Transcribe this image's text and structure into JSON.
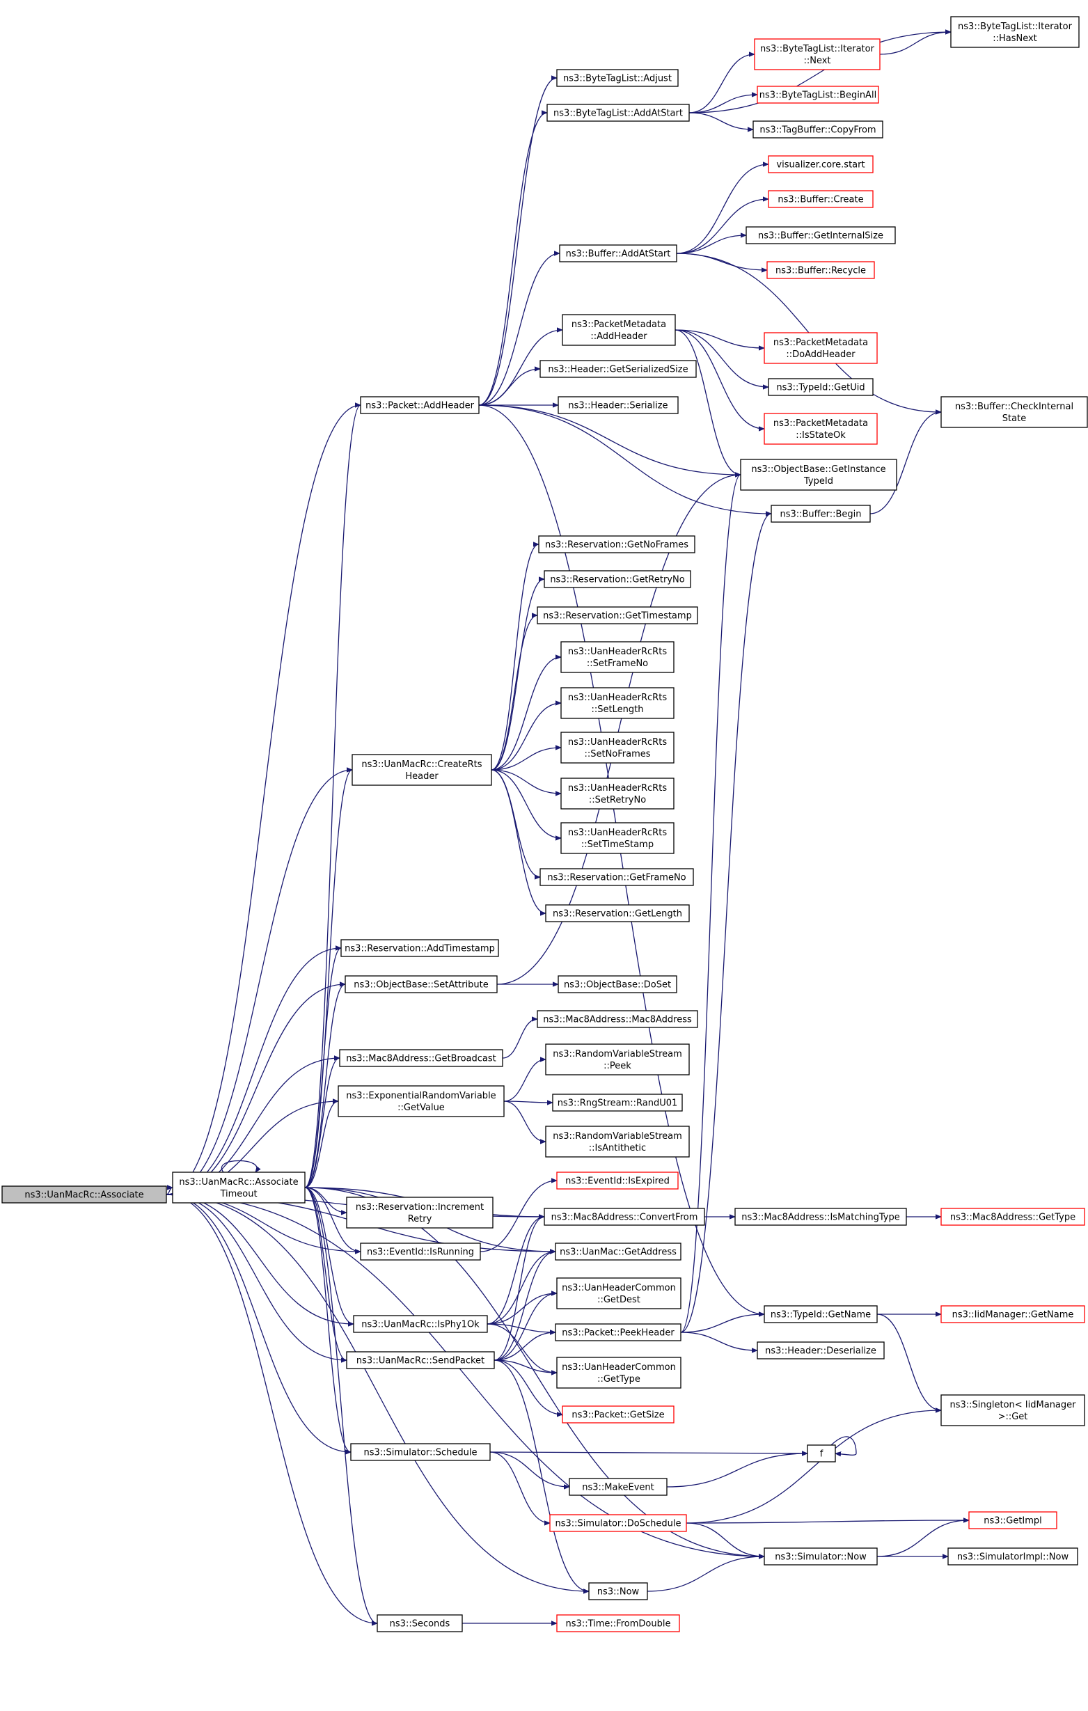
{
  "colors": {
    "edge": "#191970",
    "external_border": "#ff0000",
    "node_border": "#000000",
    "root_fill": "#bfbfbf"
  },
  "nodes": [
    {
      "id": "root",
      "lines": [
        "ns3::UanMacRc::Associate"
      ],
      "type": "root"
    },
    {
      "id": "at",
      "lines": [
        "ns3::UanMacRc::Associate",
        "Timeout"
      ]
    },
    {
      "id": "addheader",
      "lines": [
        "ns3::Packet::AddHeader"
      ]
    },
    {
      "id": "createrts",
      "lines": [
        "ns3::UanMacRc::CreateRts",
        "Header"
      ]
    },
    {
      "id": "addts",
      "lines": [
        "ns3::Reservation::AddTimestamp"
      ]
    },
    {
      "id": "setattr",
      "lines": [
        "ns3::ObjectBase::SetAttribute"
      ]
    },
    {
      "id": "getbcast",
      "lines": [
        "ns3::Mac8Address::GetBroadcast"
      ]
    },
    {
      "id": "exprv",
      "lines": [
        "ns3::ExponentialRandomVariable",
        "::GetValue"
      ]
    },
    {
      "id": "incretry",
      "lines": [
        "ns3::Reservation::Increment",
        "Retry"
      ]
    },
    {
      "id": "isrunning",
      "lines": [
        "ns3::EventId::IsRunning"
      ]
    },
    {
      "id": "isphy",
      "lines": [
        "ns3::UanMacRc::IsPhy1Ok"
      ]
    },
    {
      "id": "sendpacket",
      "lines": [
        "ns3::UanMacRc::SendPacket"
      ]
    },
    {
      "id": "schedule",
      "lines": [
        "ns3::Simulator::Schedule"
      ]
    },
    {
      "id": "seconds",
      "lines": [
        "ns3::Seconds"
      ]
    },
    {
      "id": "btladjust",
      "lines": [
        "ns3::ByteTagList::Adjust"
      ]
    },
    {
      "id": "btladdatstart",
      "lines": [
        "ns3::ByteTagList::AddAtStart"
      ]
    },
    {
      "id": "bufaddatstart",
      "lines": [
        "ns3::Buffer::AddAtStart"
      ]
    },
    {
      "id": "pmaddheader",
      "lines": [
        "ns3::PacketMetadata",
        "::AddHeader"
      ]
    },
    {
      "id": "hdrsize",
      "lines": [
        "ns3::Header::GetSerializedSize"
      ]
    },
    {
      "id": "hdrser",
      "lines": [
        "ns3::Header::Serialize"
      ]
    },
    {
      "id": "getnoframes",
      "lines": [
        "ns3::Reservation::GetNoFrames"
      ]
    },
    {
      "id": "getretryno",
      "lines": [
        "ns3::Reservation::GetRetryNo"
      ]
    },
    {
      "id": "getts",
      "lines": [
        "ns3::Reservation::GetTimestamp"
      ]
    },
    {
      "id": "setframeno",
      "lines": [
        "ns3::UanHeaderRcRts",
        "::SetFrameNo"
      ]
    },
    {
      "id": "setlength",
      "lines": [
        "ns3::UanHeaderRcRts",
        "::SetLength"
      ]
    },
    {
      "id": "setnoframes",
      "lines": [
        "ns3::UanHeaderRcRts",
        "::SetNoFrames"
      ]
    },
    {
      "id": "setretryno",
      "lines": [
        "ns3::UanHeaderRcRts",
        "::SetRetryNo"
      ]
    },
    {
      "id": "settimestamp",
      "lines": [
        "ns3::UanHeaderRcRts",
        "::SetTimeStamp"
      ]
    },
    {
      "id": "getframeno",
      "lines": [
        "ns3::Reservation::GetFrameNo"
      ]
    },
    {
      "id": "getlength",
      "lines": [
        "ns3::Reservation::GetLength"
      ]
    },
    {
      "id": "doset",
      "lines": [
        "ns3::ObjectBase::DoSet"
      ]
    },
    {
      "id": "mac8ctor",
      "lines": [
        "ns3::Mac8Address::Mac8Address"
      ]
    },
    {
      "id": "rvspeek",
      "lines": [
        "ns3::RandomVariableStream",
        "::Peek"
      ]
    },
    {
      "id": "randu01",
      "lines": [
        "ns3::RngStream::RandU01"
      ]
    },
    {
      "id": "isanti",
      "lines": [
        "ns3::RandomVariableStream",
        "::IsAntithetic"
      ]
    },
    {
      "id": "isexpired",
      "lines": [
        "ns3::EventId::IsExpired"
      ],
      "type": "external"
    },
    {
      "id": "convertfrom",
      "lines": [
        "ns3::Mac8Address::ConvertFrom"
      ]
    },
    {
      "id": "uangetaddr",
      "lines": [
        "ns3::UanMac::GetAddress"
      ]
    },
    {
      "id": "getdest",
      "lines": [
        "ns3::UanHeaderCommon",
        "::GetDest"
      ]
    },
    {
      "id": "peekheader",
      "lines": [
        "ns3::Packet::PeekHeader"
      ]
    },
    {
      "id": "gettype",
      "lines": [
        "ns3::UanHeaderCommon",
        "::GetType"
      ]
    },
    {
      "id": "getsize",
      "lines": [
        "ns3::Packet::GetSize"
      ],
      "type": "external"
    },
    {
      "id": "makeevent",
      "lines": [
        "ns3::MakeEvent"
      ]
    },
    {
      "id": "doschedule",
      "lines": [
        "ns3::Simulator::DoSchedule"
      ],
      "type": "external"
    },
    {
      "id": "now",
      "lines": [
        "ns3::Now"
      ]
    },
    {
      "id": "fromdouble",
      "lines": [
        "ns3::Time::FromDouble"
      ],
      "type": "external"
    },
    {
      "id": "hasnext",
      "lines": [
        "ns3::ByteTagList::Iterator",
        "::HasNext"
      ]
    },
    {
      "id": "itnext",
      "lines": [
        "ns3::ByteTagList::Iterator",
        "::Next"
      ],
      "type": "external"
    },
    {
      "id": "beginall",
      "lines": [
        "ns3::ByteTagList::BeginAll"
      ],
      "type": "external"
    },
    {
      "id": "tbcopy",
      "lines": [
        "ns3::TagBuffer::CopyFrom"
      ]
    },
    {
      "id": "vizstart",
      "lines": [
        "visualizer.core.start"
      ],
      "type": "external"
    },
    {
      "id": "bufcreate",
      "lines": [
        "ns3::Buffer::Create"
      ],
      "type": "external"
    },
    {
      "id": "bufgetint",
      "lines": [
        "ns3::Buffer::GetInternalSize"
      ]
    },
    {
      "id": "bufrecycle",
      "lines": [
        "ns3::Buffer::Recycle"
      ],
      "type": "external"
    },
    {
      "id": "pmdoadd",
      "lines": [
        "ns3::PacketMetadata",
        "::DoAddHeader"
      ],
      "type": "external"
    },
    {
      "id": "getuid",
      "lines": [
        "ns3::TypeId::GetUid"
      ]
    },
    {
      "id": "pmisstateok",
      "lines": [
        "ns3::PacketMetadata",
        "::IsStateOk"
      ],
      "type": "external"
    },
    {
      "id": "getinsttid",
      "lines": [
        "ns3::ObjectBase::GetInstance",
        "TypeId"
      ]
    },
    {
      "id": "bufbegin",
      "lines": [
        "ns3::Buffer::Begin"
      ]
    },
    {
      "id": "bufcheck",
      "lines": [
        "ns3::Buffer::CheckInternal",
        "State"
      ]
    },
    {
      "id": "ismatching",
      "lines": [
        "ns3::Mac8Address::IsMatchingType"
      ]
    },
    {
      "id": "mac8gettype",
      "lines": [
        "ns3::Mac8Address::GetType"
      ],
      "type": "external"
    },
    {
      "id": "tidgetname",
      "lines": [
        "ns3::TypeId::GetName"
      ]
    },
    {
      "id": "hdrdeser",
      "lines": [
        "ns3::Header::Deserialize"
      ]
    },
    {
      "id": "iidgetname",
      "lines": [
        "ns3::IidManager::GetName"
      ],
      "type": "external"
    },
    {
      "id": "singletonget",
      "lines": [
        "ns3::Singleton< IidManager",
        " >::Get"
      ]
    },
    {
      "id": "f",
      "lines": [
        "f"
      ]
    },
    {
      "id": "simnow",
      "lines": [
        "ns3::Simulator::Now"
      ]
    },
    {
      "id": "getimpl",
      "lines": [
        "ns3::GetImpl"
      ],
      "type": "external"
    },
    {
      "id": "simimplnow",
      "lines": [
        "ns3::SimulatorImpl::Now"
      ]
    }
  ],
  "edges": [
    [
      "root",
      "at"
    ],
    [
      "root",
      "addheader"
    ],
    [
      "root",
      "createrts"
    ],
    [
      "root",
      "addts"
    ],
    [
      "root",
      "setattr"
    ],
    [
      "root",
      "getbcast"
    ],
    [
      "root",
      "exprv"
    ],
    [
      "root",
      "isrunning"
    ],
    [
      "root",
      "isphy"
    ],
    [
      "root",
      "sendpacket"
    ],
    [
      "root",
      "schedule"
    ],
    [
      "root",
      "seconds"
    ],
    [
      "root",
      "uangetaddr"
    ],
    [
      "root",
      "convertfrom"
    ],
    [
      "root",
      "simnow"
    ],
    [
      "root",
      "now"
    ],
    [
      "at",
      "at"
    ],
    [
      "at",
      "addheader"
    ],
    [
      "at",
      "createrts"
    ],
    [
      "at",
      "addts"
    ],
    [
      "at",
      "setattr"
    ],
    [
      "at",
      "getbcast"
    ],
    [
      "at",
      "exprv"
    ],
    [
      "at",
      "incretry"
    ],
    [
      "at",
      "isrunning"
    ],
    [
      "at",
      "isphy"
    ],
    [
      "at",
      "sendpacket"
    ],
    [
      "at",
      "schedule"
    ],
    [
      "at",
      "seconds"
    ],
    [
      "at",
      "convertfrom"
    ],
    [
      "at",
      "uangetaddr"
    ],
    [
      "at",
      "simnow"
    ],
    [
      "addheader",
      "btladjust"
    ],
    [
      "addheader",
      "btladdatstart"
    ],
    [
      "addheader",
      "bufaddatstart"
    ],
    [
      "addheader",
      "pmaddheader"
    ],
    [
      "addheader",
      "hdrsize"
    ],
    [
      "addheader",
      "hdrser"
    ],
    [
      "addheader",
      "getinsttid"
    ],
    [
      "addheader",
      "bufbegin"
    ],
    [
      "addheader",
      "tidgetname"
    ],
    [
      "btladdatstart",
      "hasnext"
    ],
    [
      "btladdatstart",
      "itnext"
    ],
    [
      "btladdatstart",
      "beginall"
    ],
    [
      "btladdatstart",
      "tbcopy"
    ],
    [
      "itnext",
      "hasnext"
    ],
    [
      "bufaddatstart",
      "vizstart"
    ],
    [
      "bufaddatstart",
      "bufcreate"
    ],
    [
      "bufaddatstart",
      "bufgetint"
    ],
    [
      "bufaddatstart",
      "bufrecycle"
    ],
    [
      "bufaddatstart",
      "bufcheck"
    ],
    [
      "pmaddheader",
      "pmdoadd"
    ],
    [
      "pmaddheader",
      "getuid"
    ],
    [
      "pmaddheader",
      "pmisstateok"
    ],
    [
      "pmaddheader",
      "getinsttid"
    ],
    [
      "bufbegin",
      "bufcheck"
    ],
    [
      "createrts",
      "getnoframes"
    ],
    [
      "createrts",
      "getretryno"
    ],
    [
      "createrts",
      "getts"
    ],
    [
      "createrts",
      "setframeno"
    ],
    [
      "createrts",
      "setlength"
    ],
    [
      "createrts",
      "setnoframes"
    ],
    [
      "createrts",
      "setretryno"
    ],
    [
      "createrts",
      "settimestamp"
    ],
    [
      "createrts",
      "getframeno"
    ],
    [
      "createrts",
      "getlength"
    ],
    [
      "setattr",
      "doset"
    ],
    [
      "setattr",
      "getinsttid"
    ],
    [
      "getbcast",
      "mac8ctor"
    ],
    [
      "exprv",
      "rvspeek"
    ],
    [
      "exprv",
      "randu01"
    ],
    [
      "exprv",
      "isanti"
    ],
    [
      "isrunning",
      "isexpired"
    ],
    [
      "convertfrom",
      "ismatching"
    ],
    [
      "ismatching",
      "mac8gettype"
    ],
    [
      "isphy",
      "uangetaddr"
    ],
    [
      "isphy",
      "getdest"
    ],
    [
      "isphy",
      "peekheader"
    ],
    [
      "isphy",
      "gettype"
    ],
    [
      "isphy",
      "convertfrom"
    ],
    [
      "sendpacket",
      "convertfrom"
    ],
    [
      "sendpacket",
      "uangetaddr"
    ],
    [
      "sendpacket",
      "getdest"
    ],
    [
      "sendpacket",
      "peekheader"
    ],
    [
      "sendpacket",
      "gettype"
    ],
    [
      "sendpacket",
      "getsize"
    ],
    [
      "sendpacket",
      "now"
    ],
    [
      "peekheader",
      "tidgetname"
    ],
    [
      "peekheader",
      "hdrdeser"
    ],
    [
      "peekheader",
      "getinsttid"
    ],
    [
      "peekheader",
      "bufbegin"
    ],
    [
      "tidgetname",
      "iidgetname"
    ],
    [
      "tidgetname",
      "singletonget"
    ],
    [
      "schedule",
      "f"
    ],
    [
      "schedule",
      "makeevent"
    ],
    [
      "schedule",
      "doschedule"
    ],
    [
      "makeevent",
      "f"
    ],
    [
      "f",
      "f"
    ],
    [
      "doschedule",
      "singletonget"
    ],
    [
      "doschedule",
      "getimpl"
    ],
    [
      "doschedule",
      "simnow"
    ],
    [
      "simnow",
      "getimpl"
    ],
    [
      "simnow",
      "simimplnow"
    ],
    [
      "now",
      "simnow"
    ],
    [
      "seconds",
      "fromdouble"
    ]
  ]
}
